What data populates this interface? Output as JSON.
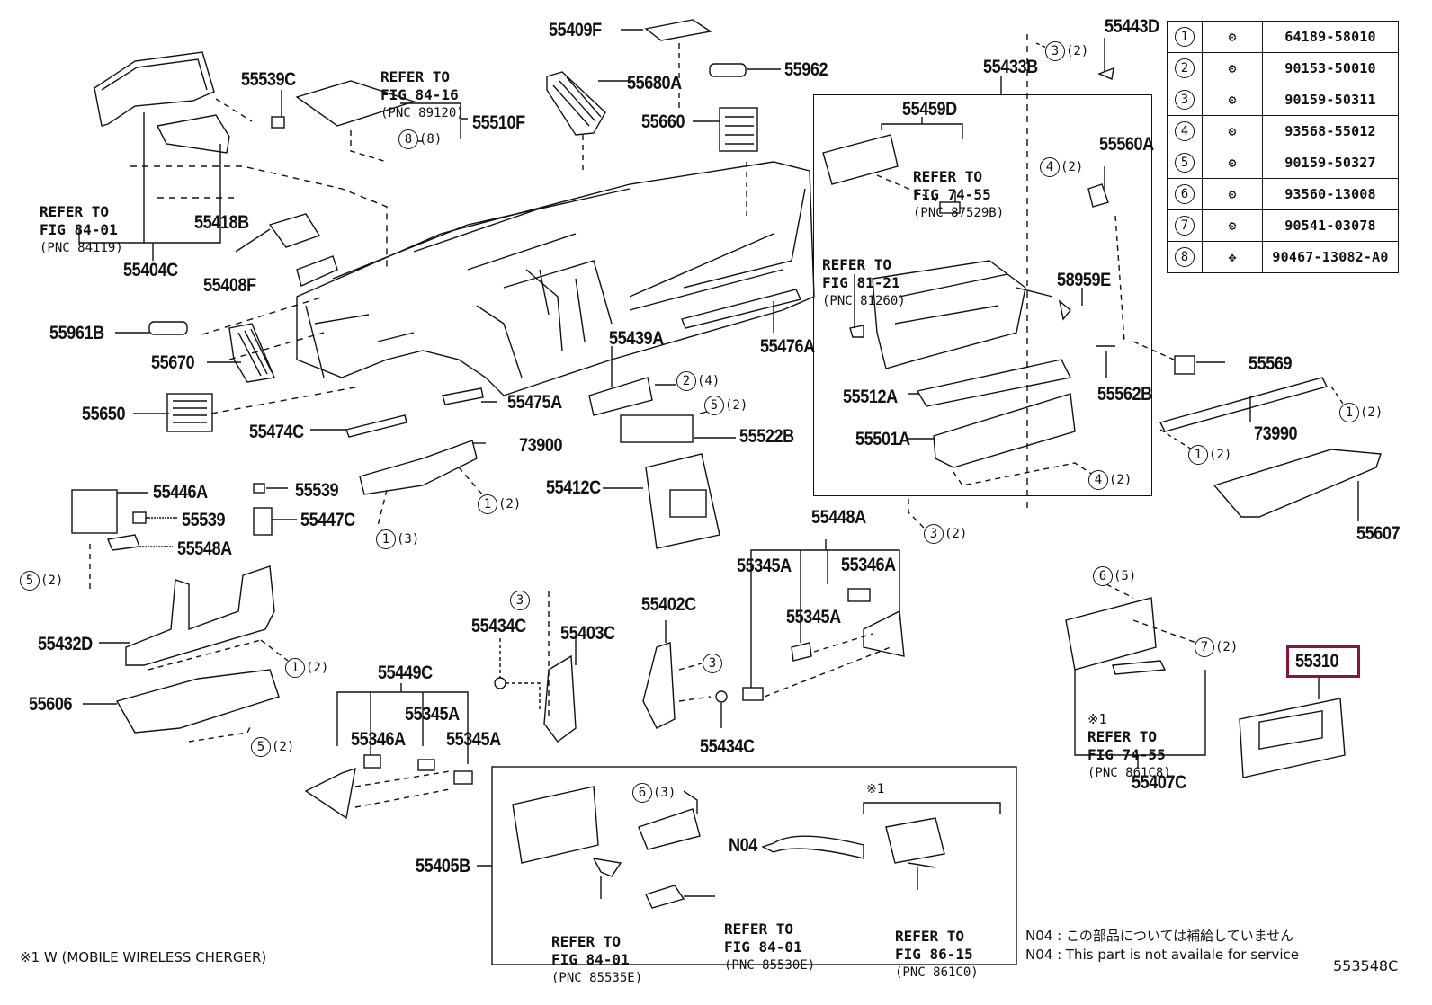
{
  "diagram": {
    "figure_id": "553548C",
    "highlight_color": "#8b1538",
    "highlighted_part": "55310"
  },
  "fasteners": [
    {
      "no": "1",
      "icon": "bolt-icon",
      "part_number": "64189-58010"
    },
    {
      "no": "2",
      "icon": "bolt-icon",
      "part_number": "90153-50010"
    },
    {
      "no": "3",
      "icon": "tapping-screw-icon",
      "part_number": "90159-50311"
    },
    {
      "no": "4",
      "icon": "tapping-screw-icon",
      "part_number": "93568-55012"
    },
    {
      "no": "5",
      "icon": "bolt-icon",
      "part_number": "90159-50327"
    },
    {
      "no": "6",
      "icon": "bolt-icon",
      "part_number": "93560-13008"
    },
    {
      "no": "7",
      "icon": "pin-screw-icon",
      "part_number": "90541-03078"
    },
    {
      "no": "8",
      "icon": "clip-icon",
      "part_number": "90467-13082-A0"
    }
  ],
  "parts": {
    "p55409F": "55409F",
    "p55680A": "55680A",
    "p55962": "55962",
    "p55660": "55660",
    "p55539C": "55539C",
    "p55510F": "55510F",
    "p55404C": "55404C",
    "p55418B": "55418B",
    "p55408F": "55408F",
    "p55961B": "55961B",
    "p55670": "55670",
    "p55650": "55650",
    "p55474C": "55474C",
    "p55475A": "55475A",
    "p55439A": "55439A",
    "p55476A": "55476A",
    "p55522B": "55522B",
    "p73900": "73900",
    "p55412C": "55412C",
    "p55446A": "55446A",
    "p55539a": "55539",
    "p55539b": "55539",
    "p55447C": "55447C",
    "p55548A": "55548A",
    "p55432D": "55432D",
    "p55606": "55606",
    "p55449C": "55449C",
    "p55346A_l": "55346A",
    "p55345A_l1": "55345A",
    "p55345A_l2": "55345A",
    "p55434C_t": "55434C",
    "p55403C": "55403C",
    "p55402C": "55402C",
    "p55434C_b": "55434C",
    "p55448A": "55448A",
    "p55345A_r1": "55345A",
    "p55346A_r": "55346A",
    "p55345A_r2": "55345A",
    "p55433B": "55433B",
    "p55443D": "55443D",
    "p55459D": "55459D",
    "p55560A": "55560A",
    "p58959E": "58959E",
    "p55512A": "55512A",
    "p55562B": "55562B",
    "p55501A": "55501A",
    "p55569": "55569",
    "p73990": "73990",
    "p55607": "55607",
    "p55407C": "55407C",
    "p55310": "55310",
    "p55405B": "55405B",
    "pN04": "N04"
  },
  "references": {
    "r1": {
      "line1": "REFER TO",
      "line2": "FIG 84-16",
      "line3": "(PNC 89120)"
    },
    "r2": {
      "line1": "REFER TO",
      "line2": "FIG 84-01",
      "line3": "(PNC 84119)"
    },
    "r3": {
      "line1": "REFER TO",
      "line2": "FIG 74-55",
      "line3": "(PNC 87529B)"
    },
    "r4": {
      "line1": "REFER TO",
      "line2": "FIG 81-21",
      "line3": "(PNC 81260)"
    },
    "r5": {
      "mark": "※1",
      "line1": "REFER TO",
      "line2": "FIG 74-55",
      "line3": "(PNC 861C8)"
    },
    "r6": {
      "line1": "REFER TO",
      "line2": "FIG 84-01",
      "line3": "(PNC 85535E)"
    },
    "r7": {
      "line1": "REFER TO",
      "line2": "FIG 84-01",
      "line3": "(PNC 85530E)"
    },
    "r8": {
      "line1": "REFER TO",
      "line2": "FIG 86-15",
      "line3": "(PNC 861C0)"
    }
  },
  "callouts": [
    {
      "no": "8",
      "qty": "(8)"
    },
    {
      "no": "3",
      "qty": "(2)"
    },
    {
      "no": "4",
      "qty": "(2)"
    },
    {
      "no": "2",
      "qty": "(4)"
    },
    {
      "no": "5",
      "qty": "(2)"
    },
    {
      "no": "1",
      "qty": "(2)"
    },
    {
      "no": "1",
      "qty": "(3)"
    },
    {
      "no": "4",
      "qty": "(2)"
    },
    {
      "no": "3",
      "qty": "(2)"
    },
    {
      "no": "1",
      "qty": "(2)"
    },
    {
      "no": "1",
      "qty": "(2)"
    },
    {
      "no": "5",
      "qty": "(2)"
    },
    {
      "no": "1",
      "qty": "(2)"
    },
    {
      "no": "5",
      "qty": "(2)"
    },
    {
      "no": "3",
      "qty": ""
    },
    {
      "no": "3",
      "qty": ""
    },
    {
      "no": "6",
      "qty": "(5)"
    },
    {
      "no": "7",
      "qty": "(2)"
    },
    {
      "no": "6",
      "qty": "(3)"
    }
  ],
  "notes": {
    "wireless_mark": "※1",
    "footnote": "※1  W (MOBILE WIRELESS CHERGER)",
    "n04_jp": "N04 : この部品については補給していません",
    "n04_en": "N04 :  This part is not availale for service"
  }
}
